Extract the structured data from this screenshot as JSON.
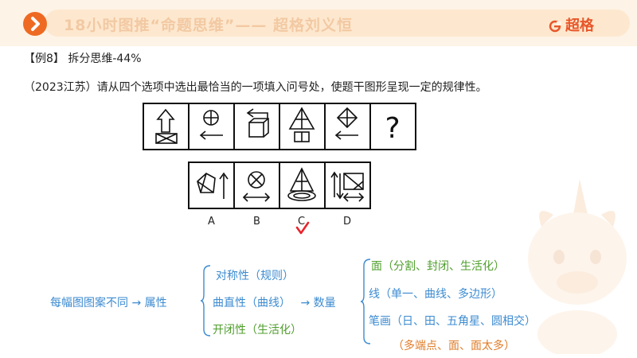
{
  "header": {
    "title": "18小时图推“命题思维”—— 超格刘义恒",
    "logo_text": "超格"
  },
  "example": {
    "label": "【例8】 拆分思维-44%"
  },
  "question": {
    "text": "（2023江苏）请从四个选项中选出最恰当的一项填入问号处，使题干图形呈现一定的规律性。"
  },
  "puzzle": {
    "question_mark": "?",
    "options": [
      "A",
      "B",
      "C",
      "D"
    ]
  },
  "notes": {
    "root": "每幅图图案不同",
    "arrow": "→",
    "attribute": "属性",
    "branch_1": "对称性（规则）",
    "branch_2": "曲直性（曲线）",
    "branch_3": "开闭性（生活化）",
    "count": "数量",
    "count_1": "面（分割、封闭、生活化）",
    "count_2": "线（单一、曲线、多边形）",
    "count_3": "笔画（日、田、五角星、圆相交）",
    "count_4": "（多端点、面、面太多）"
  },
  "colors": {
    "accent": "#ee6a23",
    "note_blue": "#3c8bd0",
    "note_green": "#4f9e2c",
    "note_orange": "#e07d2a",
    "check_red": "#e8242c"
  }
}
